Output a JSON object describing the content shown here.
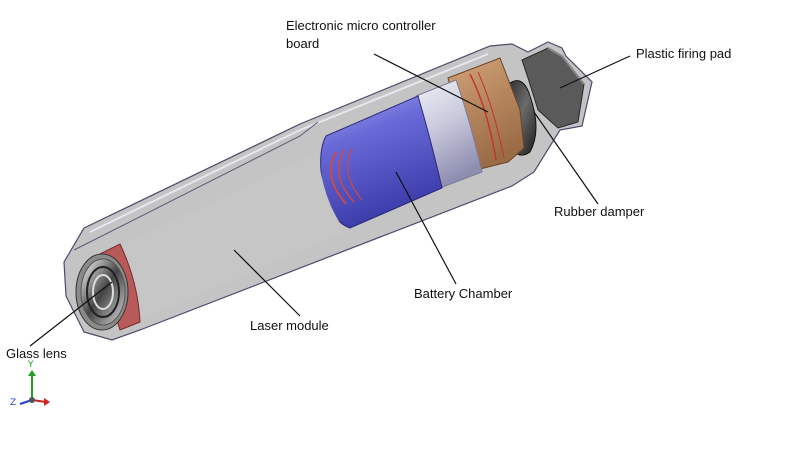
{
  "labels": {
    "controller_line1": "Electronic micro controller",
    "controller_line2": "board",
    "firing_pad": "Plastic firing pad",
    "rubber_damper": "Rubber damper",
    "battery_chamber": "Battery Chamber",
    "laser_module": "Laser module",
    "glass_lens": "Glass lens"
  },
  "axes": {
    "y": "Y",
    "z": "Z"
  },
  "colors": {
    "casing": "#c4c4c4",
    "casing_edge": "#4a4a6a",
    "battery": "#5858c8",
    "controller_board": "#b08058",
    "lens_ring": "#b85a5a",
    "leader_line": "#111111",
    "axis_y": "#20a020",
    "axis_z": "#2040d0",
    "axis_x": "#d02020"
  }
}
